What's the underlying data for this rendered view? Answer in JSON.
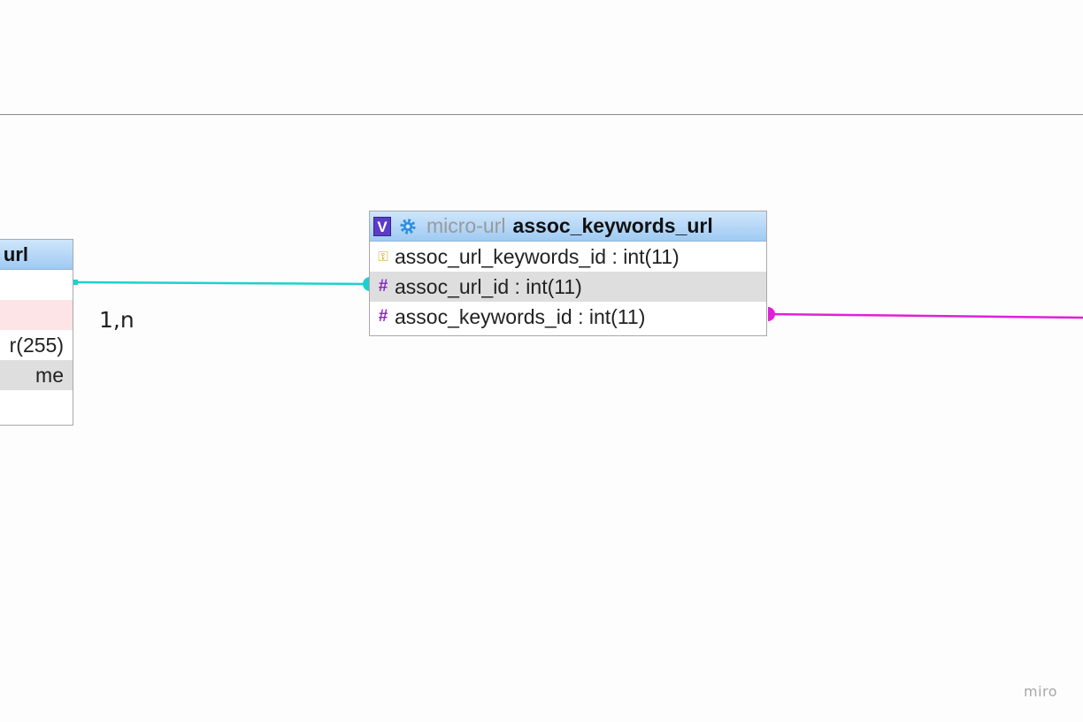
{
  "left_table": {
    "title": "url",
    "rows": [
      "",
      "",
      "r(255)",
      "me",
      ""
    ]
  },
  "assoc_table": {
    "db_name": "micro-url",
    "table_name": "assoc_keywords_url",
    "view_badge": "V",
    "fields": [
      {
        "icon": "key-icon",
        "text": "assoc_url_keywords_id : int(11)"
      },
      {
        "icon": "hash-icon",
        "text": "assoc_url_id : int(11)"
      },
      {
        "icon": "hash-icon",
        "text": "assoc_keywords_id : int(11)"
      }
    ]
  },
  "relation": {
    "cardinality": "1,n"
  },
  "watermark": "miro",
  "colors": {
    "connector_teal": "#1fcfcf",
    "connector_magenta": "#e020d8",
    "header_blue": "#9fcaf2",
    "hash_purple": "#8a24c8"
  }
}
